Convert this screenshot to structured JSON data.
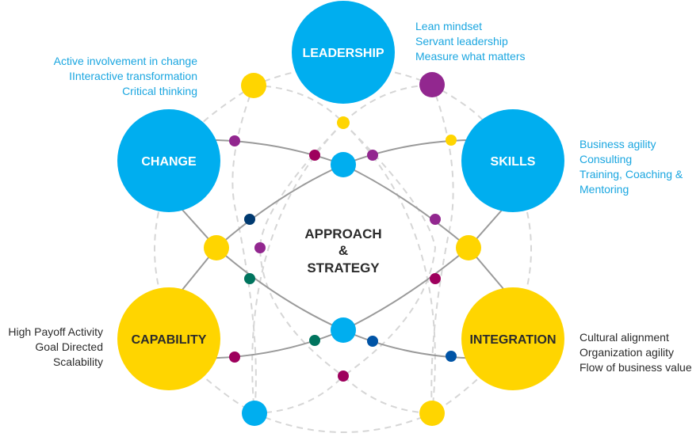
{
  "colors": {
    "blue": "#00aeef",
    "yellow": "#ffd500",
    "purple": "#92278f",
    "crimson": "#9e005d",
    "navy": "#003a70",
    "teal": "#00745e",
    "royal": "#0054a6",
    "solid_line": "#9a9a9a",
    "dashed_line": "#d6d6d6",
    "dark_text": "#2b2b2b",
    "accent_text": "#1aa6e0"
  },
  "center": {
    "lines": [
      "APPROACH",
      "&",
      "STRATEGY"
    ]
  },
  "nodes": [
    {
      "id": "leadership",
      "label": "LEADERSHIP",
      "color": "blue",
      "label_color": "#ffffff",
      "details": [
        "Lean mindset",
        "Servant leadership",
        "Measure what matters"
      ],
      "details_color": "accent"
    },
    {
      "id": "change",
      "label": "CHANGE",
      "color": "blue",
      "label_color": "#ffffff",
      "details": [
        "Active involvement in change",
        "IInteractive transformation",
        "Critical thinking"
      ],
      "details_color": "accent"
    },
    {
      "id": "skills",
      "label": "SKILLS",
      "color": "blue",
      "label_color": "#ffffff",
      "details": [
        "Business agility",
        "Consulting",
        "Training, Coaching &",
        "Mentoring"
      ],
      "details_color": "accent"
    },
    {
      "id": "capability",
      "label": "CAPABILITY",
      "color": "yellow",
      "label_color": "#2b2b2b",
      "details": [
        "High Payoff Activity",
        "Goal Directed",
        "Scalability"
      ],
      "details_color": "dark"
    },
    {
      "id": "integration",
      "label": "INTEGRATION",
      "color": "yellow",
      "label_color": "#2b2b2b",
      "details": [
        "Cultural alignment",
        "Organization agility",
        "Flow of business value"
      ],
      "details_color": "dark"
    }
  ]
}
